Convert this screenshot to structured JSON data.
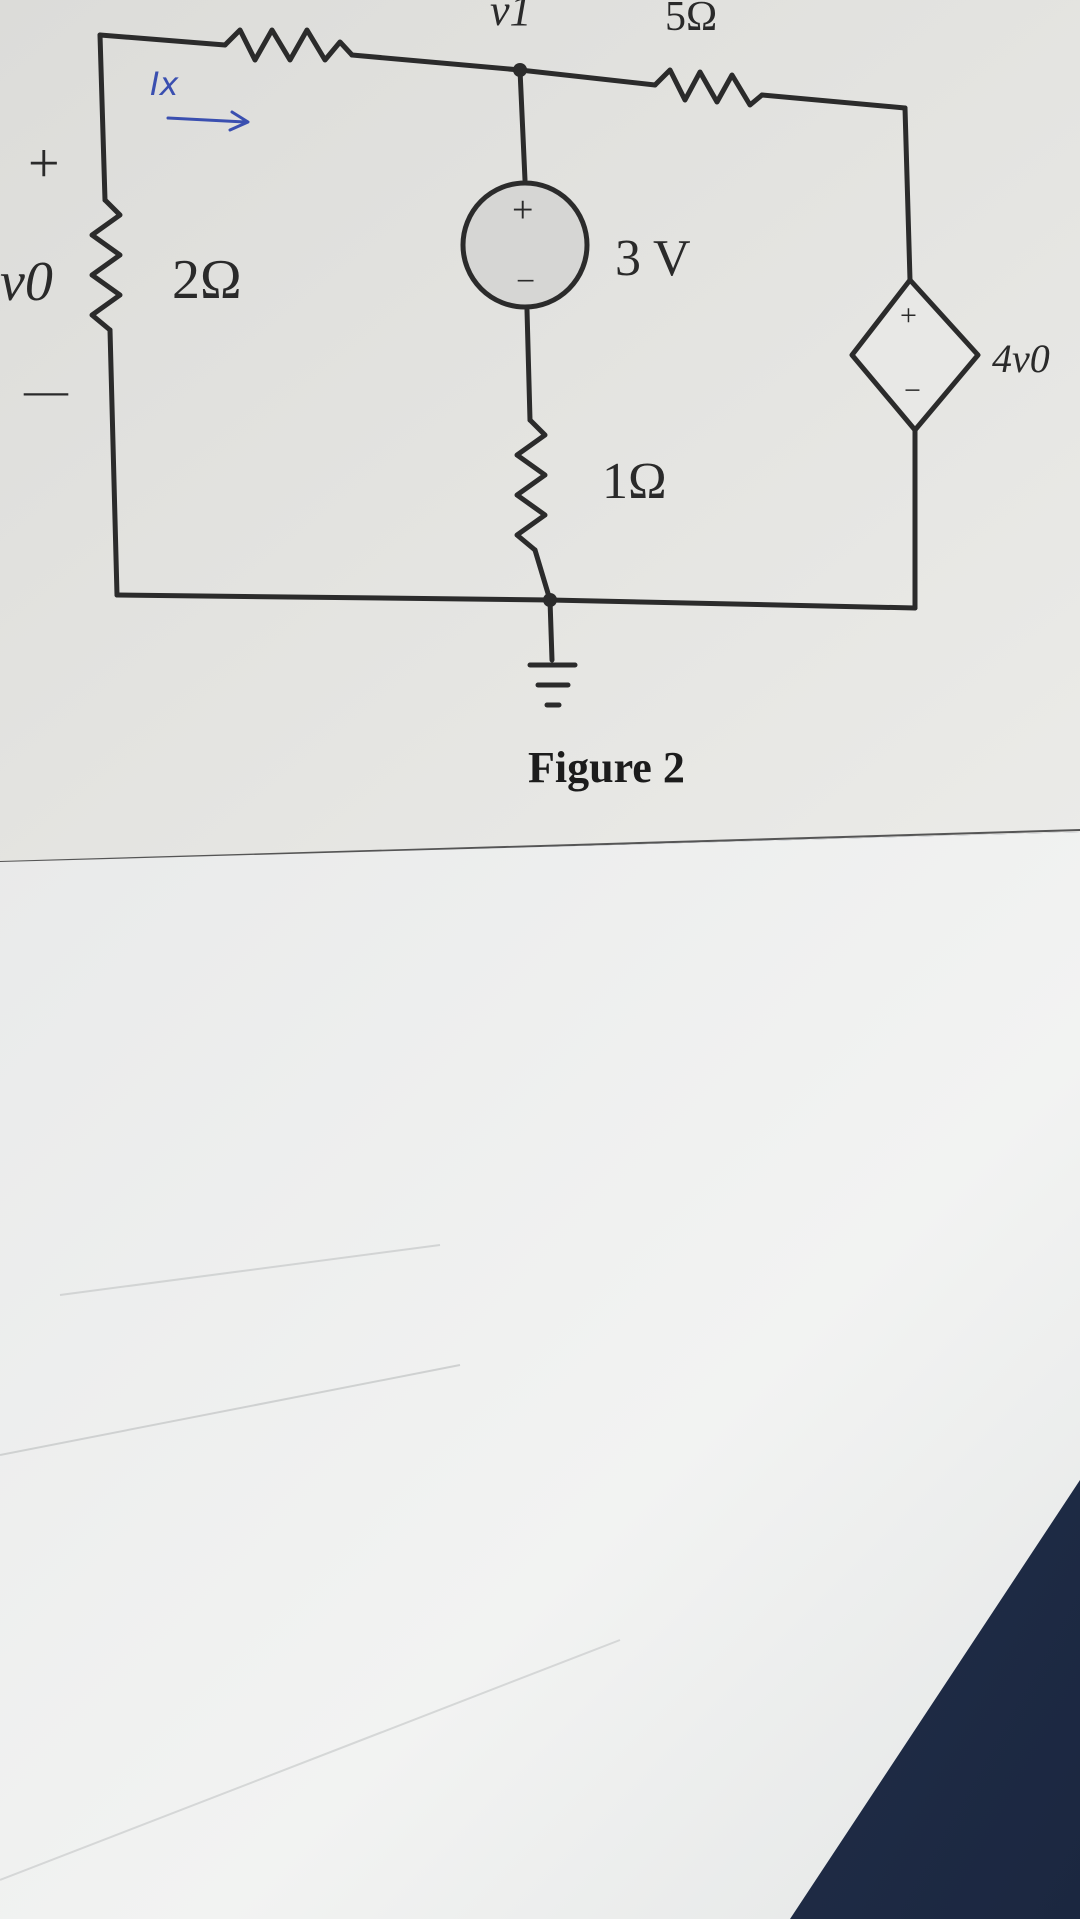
{
  "figure": {
    "caption": "Figure 2",
    "labels": {
      "node_v1": "v1",
      "resistor_top_right": "5Ω",
      "resistor_left": "2Ω",
      "resistor_middle": "1Ω",
      "voltage_source": "3 V",
      "vo_label": "v0",
      "vo_plus": "+",
      "vo_minus": "—",
      "dependent_source": "4v0",
      "source_plus": "+",
      "source_minus": "−",
      "current_label": "Ix"
    }
  },
  "colors": {
    "paper_top": "#e6e6e3",
    "paper_bottom": "#f1f2f1",
    "wire": "#2b2b2b",
    "source_fill": "#d6d6d4",
    "handwriting": "#3a4fb0",
    "fabric": "#23324f"
  }
}
